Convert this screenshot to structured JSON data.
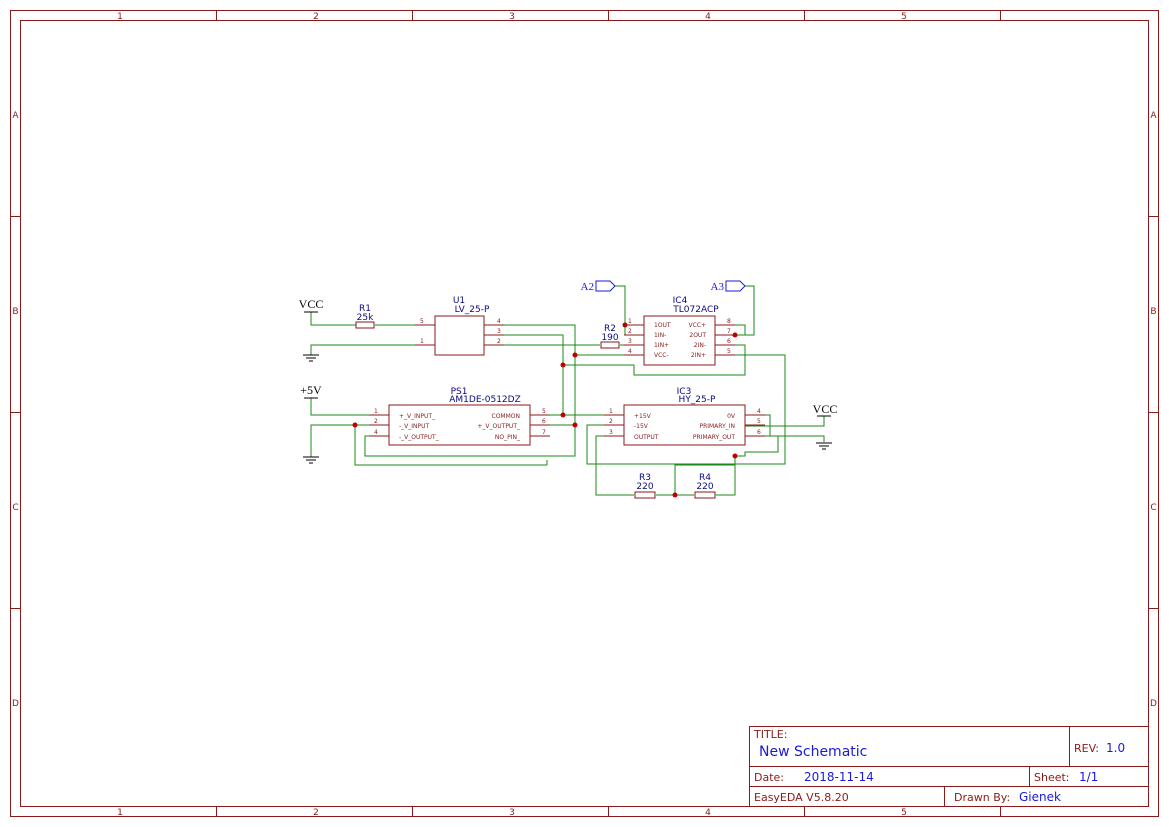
{
  "frame": {
    "columns": [
      "1",
      "2",
      "3",
      "4",
      "5"
    ],
    "rows": [
      "A",
      "B",
      "C",
      "D"
    ]
  },
  "components": {
    "R1": {
      "ref": "R1",
      "value": "25k"
    },
    "R2": {
      "ref": "R2",
      "value": "190"
    },
    "R3": {
      "ref": "R3",
      "value": "220"
    },
    "R4": {
      "ref": "R4",
      "value": "220"
    },
    "U1": {
      "ref": "U1",
      "value": "LV_25-P",
      "pins": [
        "5",
        "1",
        "4",
        "3",
        "2"
      ]
    },
    "IC4": {
      "ref": "IC4",
      "value": "TL072ACP",
      "left_pins": [
        "1",
        "2",
        "3",
        "4"
      ],
      "left_names": [
        "1OUT",
        "1IN-",
        "1IN+",
        "VCC-"
      ],
      "right_pins": [
        "8",
        "7",
        "6",
        "5"
      ],
      "right_names": [
        "VCC+",
        "2OUT",
        "2IN-",
        "2IN+"
      ]
    },
    "PS1": {
      "ref": "PS1",
      "value": "AM1DE-0512DZ",
      "left_pins": [
        "1",
        "2",
        "4"
      ],
      "left_names": [
        "+_V_INPUT_",
        "-_V_INPUT",
        "-_V_OUTPUT_"
      ],
      "right_pins": [
        "5",
        "6",
        "7"
      ],
      "right_names": [
        "COMMON",
        "+_V_OUTPUT_",
        "NO_PIN_"
      ]
    },
    "IC3": {
      "ref": "IC3",
      "value": "HY_25-P",
      "left_pins": [
        "1",
        "2",
        "3"
      ],
      "left_names": [
        "+15V",
        "-15V",
        "OUTPUT"
      ],
      "right_pins": [
        "4",
        "5",
        "6"
      ],
      "right_names": [
        "0V",
        "PRIMARY_IN",
        "PRIMARY_OUT"
      ]
    }
  },
  "nets": {
    "vcc_1": "VCC",
    "vcc_2": "VCC",
    "plus5v": "+5V",
    "port_a2": "A2",
    "port_a3": "A3"
  },
  "title_block": {
    "title_label": "TITLE:",
    "title_value": "New Schematic",
    "rev_label": "REV:",
    "rev_value": "1.0",
    "date_label": "Date:",
    "date_value": "2018-11-14",
    "sheet_label": "Sheet:",
    "sheet_value": "1/1",
    "tool": "EasyEDA V5.8.20",
    "drawn_label": "Drawn By:",
    "drawn_value": "Gienek"
  },
  "colors": {
    "frame": "#8a1a1a",
    "wire": "#1a8a1a",
    "junction": "#c00000",
    "reference": "#0a0a80",
    "port": "#1a1ad8"
  }
}
